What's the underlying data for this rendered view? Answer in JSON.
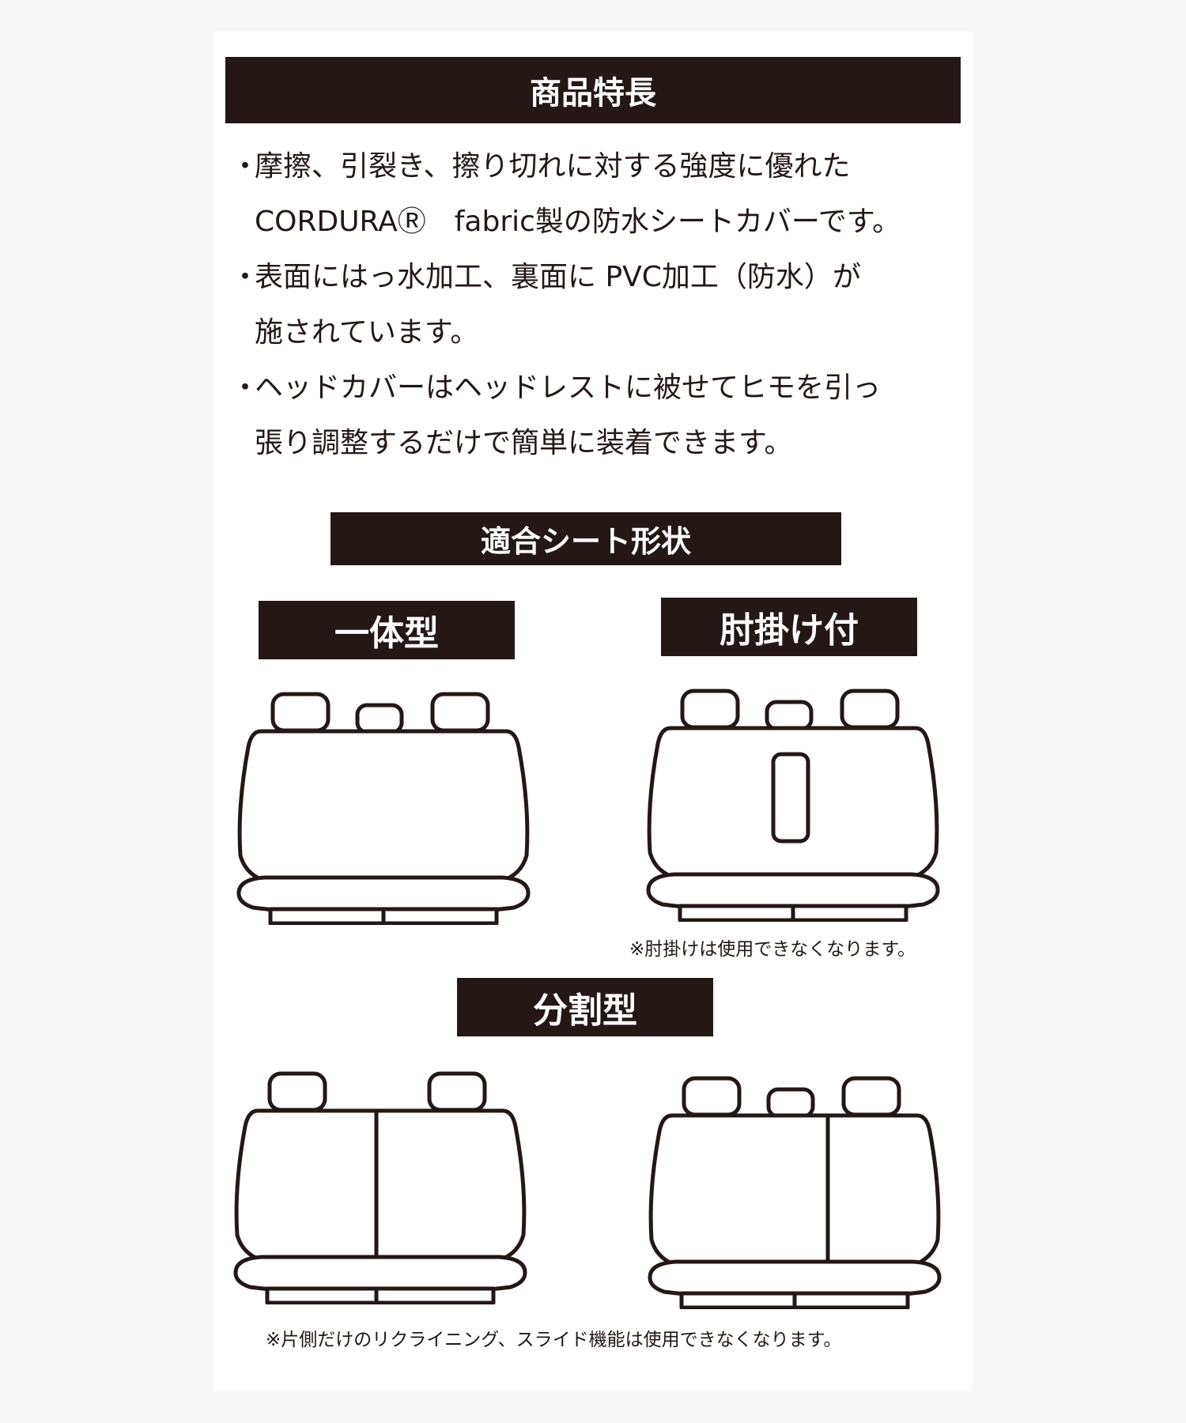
{
  "sections": {
    "features_title": "商品特長",
    "seat_shapes_title": "適合シート形状"
  },
  "features": [
    "摩擦、引裂き、擦り切れに対する強度に優れた\nCORDURAⓇ　fabric製の防水シートカバーです。",
    "表面にはっ水加工、裏面に PVC加工（防水）が\n施されています。",
    "ヘッドカバーはヘッドレストに被せてヒモを引っ\n張り調整するだけで簡単に装着できます。"
  ],
  "bullet": "・",
  "seat_types": {
    "bench": {
      "label": "一体型"
    },
    "armrest": {
      "label": "肘掛け付",
      "note": "※肘掛けは使用できなくなります。"
    },
    "split": {
      "label": "分割型",
      "note": "※片側だけのリクライニング、スライド機能は使用できなくなります。"
    }
  },
  "colors": {
    "bar": "#231815",
    "bar_text": "#ffffff",
    "line": "#231815"
  }
}
